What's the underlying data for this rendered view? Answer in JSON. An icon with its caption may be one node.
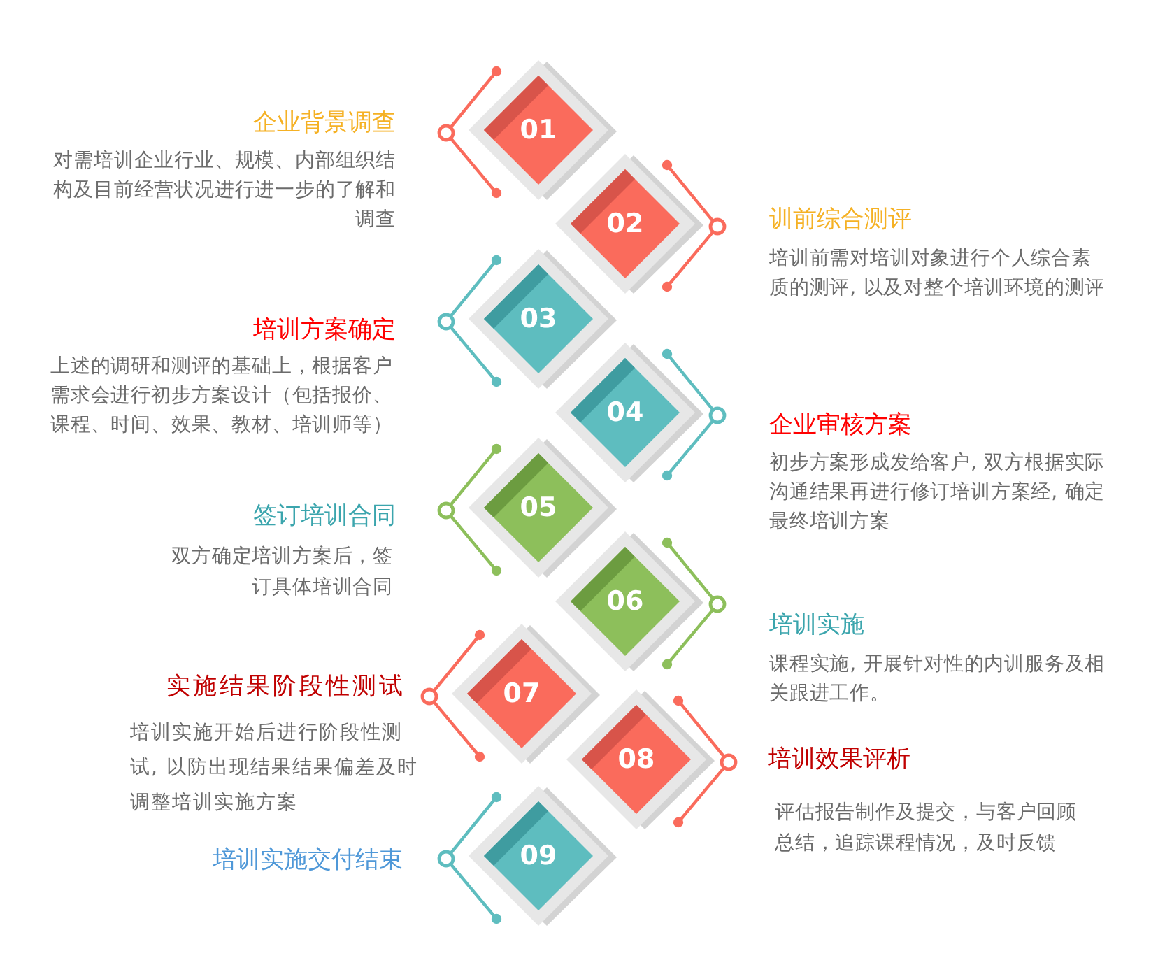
{
  "diagram": {
    "nodes": [
      {
        "text": [
          "01"
        ],
        "beside": [
          "企业背景调查",
          "对需培训企业行业、规模、内部组织结构及目前经营状况进行进一步的了解和调查"
        ]
      },
      {
        "text": [
          "02"
        ],
        "beside": [
          "训前综合测评",
          "培训前需对培训对象进行个人综合素质的测评, 以及对整个培训环境的测评"
        ]
      },
      {
        "text": [
          "03"
        ],
        "beside": [
          "培训方案确定",
          "上述的调研和测评的基础上，根据客户需求会进行初步方案设计（包括报价、课程、时间、效果、教材、培训师等）"
        ]
      },
      {
        "text": [
          "04"
        ],
        "beside": [
          "企业审核方案",
          "初步方案形成发给客户, 双方根据实际沟通结果再进行修订培训方案经, 确定最终培训方案"
        ]
      },
      {
        "text": [
          "05"
        ],
        "beside": [
          "签订培训合同",
          "双方确定培训方案后，签订具体培训合同"
        ]
      },
      {
        "text": [
          "06"
        ],
        "beside": [
          "培训实施",
          "课程实施, 开展针对性的内训服务及相关跟进工作。"
        ]
      },
      {
        "text": [
          "07"
        ],
        "beside": [
          "实施结果阶段性测试",
          "培训实施开始后进行阶段性测试, 以防出现结果结果偏差及时调整培训实施方案"
        ]
      },
      {
        "text": [
          "08"
        ],
        "beside": [
          "培训效果评析",
          "评估报告制作及提交，与客户回顾总结，追踪课程情况，及时反馈"
        ]
      },
      {
        "text": [
          "09"
        ],
        "beside": [
          "培训实施交付结束"
        ]
      }
    ]
  }
}
